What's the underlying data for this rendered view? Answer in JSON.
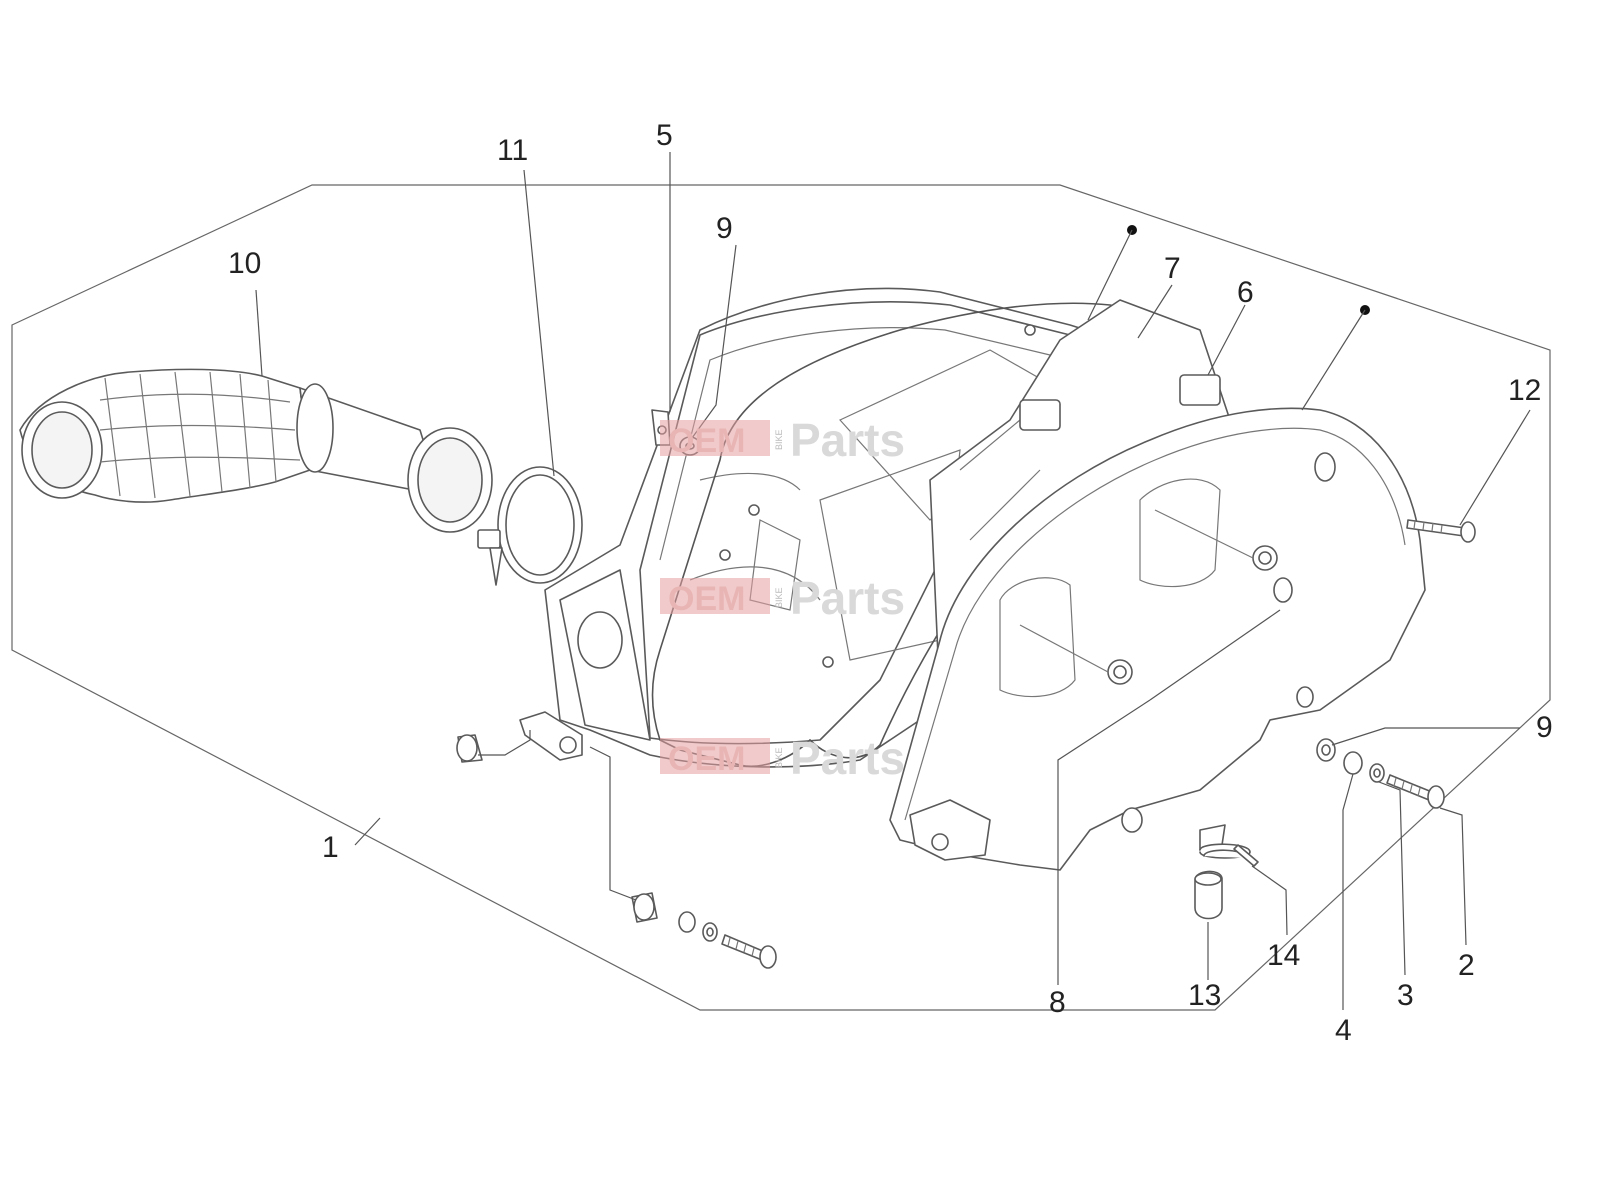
{
  "callouts": [
    {
      "id": "1",
      "label": "1"
    },
    {
      "id": "2",
      "label": "2"
    },
    {
      "id": "3",
      "label": "3"
    },
    {
      "id": "4",
      "label": "4"
    },
    {
      "id": "5",
      "label": "5"
    },
    {
      "id": "6",
      "label": "6"
    },
    {
      "id": "7",
      "label": "7"
    },
    {
      "id": "8",
      "label": "8"
    },
    {
      "id": "9a",
      "label": "9"
    },
    {
      "id": "9b",
      "label": "9"
    },
    {
      "id": "10",
      "label": "10"
    },
    {
      "id": "11",
      "label": "11"
    },
    {
      "id": "12",
      "label": "12"
    },
    {
      "id": "13",
      "label": "13"
    },
    {
      "id": "14",
      "label": "14"
    }
  ],
  "watermark": {
    "oem": "OEM",
    "bike": "BIKE",
    "parts": "Parts"
  },
  "colors": {
    "line": "#5a5a5a",
    "text": "#222222",
    "watermark_red": "#e6a0a0",
    "watermark_grey": "#d9d9d9"
  }
}
